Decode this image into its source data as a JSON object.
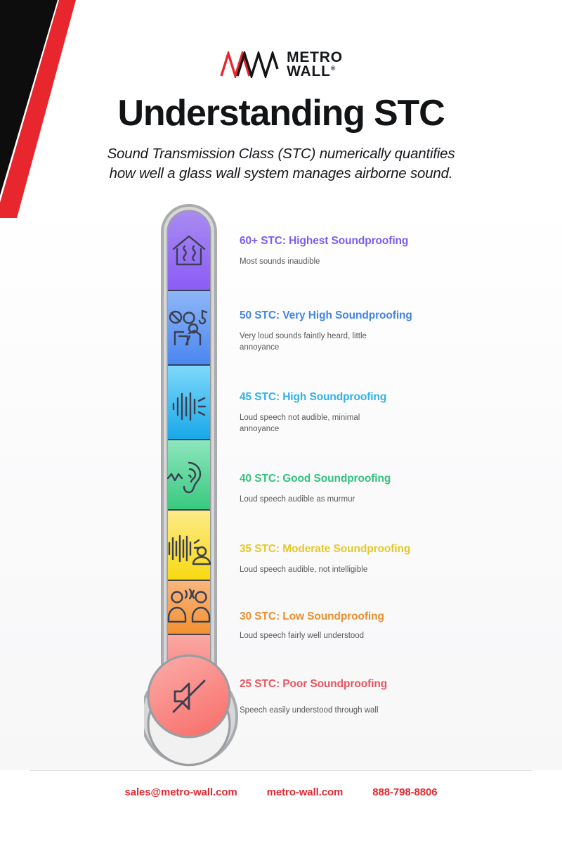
{
  "brand": {
    "logo_mark": "mw-zigzag-logo-icon",
    "name_line1": "METRO",
    "name_line2": "WALL",
    "registered_mark": "®",
    "red": "#e8262d",
    "black": "#111315"
  },
  "header": {
    "title": "Understanding STC",
    "subtitle_line1": "Sound Transmission Class (STC) numerically quantifies",
    "subtitle_line2": "how well a glass wall system manages airborne sound."
  },
  "thermometer": {
    "casing_color": "#b9babc",
    "casing_fill": "#d6d7d9",
    "bulb_icon": "muted-speaker-icon",
    "segments": [
      {
        "key": "stc60",
        "icon": "house-with-sound-waves-icon",
        "color_top": "#a98cf0",
        "color_bottom": "#8b5cf6"
      },
      {
        "key": "stc50",
        "icon": "person-no-noise-music-icon",
        "color_top": "#8fb7f7",
        "color_bottom": "#4a86ef"
      },
      {
        "key": "stc45",
        "icon": "sound-wave-bars-icon",
        "color_top": "#7fd9fa",
        "color_bottom": "#18a7e8"
      },
      {
        "key": "stc40",
        "icon": "ear-with-murmur-icon",
        "color_top": "#8ee6bd",
        "color_bottom": "#38c97e"
      },
      {
        "key": "stc35",
        "icon": "waves-and-person-icon",
        "color_top": "#fdeb8a",
        "color_bottom": "#f7d911"
      },
      {
        "key": "stc30",
        "icon": "two-people-talking-icon",
        "color_top": "#f8b781",
        "color_bottom": "#f2902f"
      },
      {
        "key": "stc25",
        "icon": "muted-speaker-icon",
        "color_top": "#fba8a4",
        "color_bottom": "#f8706c"
      }
    ]
  },
  "levels": [
    {
      "title": "60+ STC: Highest Soundproofing",
      "desc": "Most sounds inaudible",
      "color": "#7c5cf0"
    },
    {
      "title": "50 STC: Very High Soundproofing",
      "desc": "Very loud sounds faintly heard, little annoyance",
      "color": "#4285e4"
    },
    {
      "title": "45 STC: High Soundproofing",
      "desc": "Loud speech not audible, minimal annoyance",
      "color": "#2fb2e8"
    },
    {
      "title": "40 STC: Good Soundproofing",
      "desc": "Loud speech audible as murmur",
      "color": "#34c17c"
    },
    {
      "title": "35 STC: Moderate Soundproofing",
      "desc": "Loud speech audible, not intelligible",
      "color": "#e6c82a"
    },
    {
      "title": "30 STC: Low Soundproofing",
      "desc": "Loud speech fairly well understood",
      "color": "#e8902f"
    },
    {
      "title": "25 STC: Poor Soundproofing",
      "desc": "Speech easily understood through wall",
      "color": "#e8565e"
    }
  ],
  "footer": {
    "email": "sales@metro-wall.com",
    "website": "metro-wall.com",
    "phone": "888-798-8806"
  }
}
